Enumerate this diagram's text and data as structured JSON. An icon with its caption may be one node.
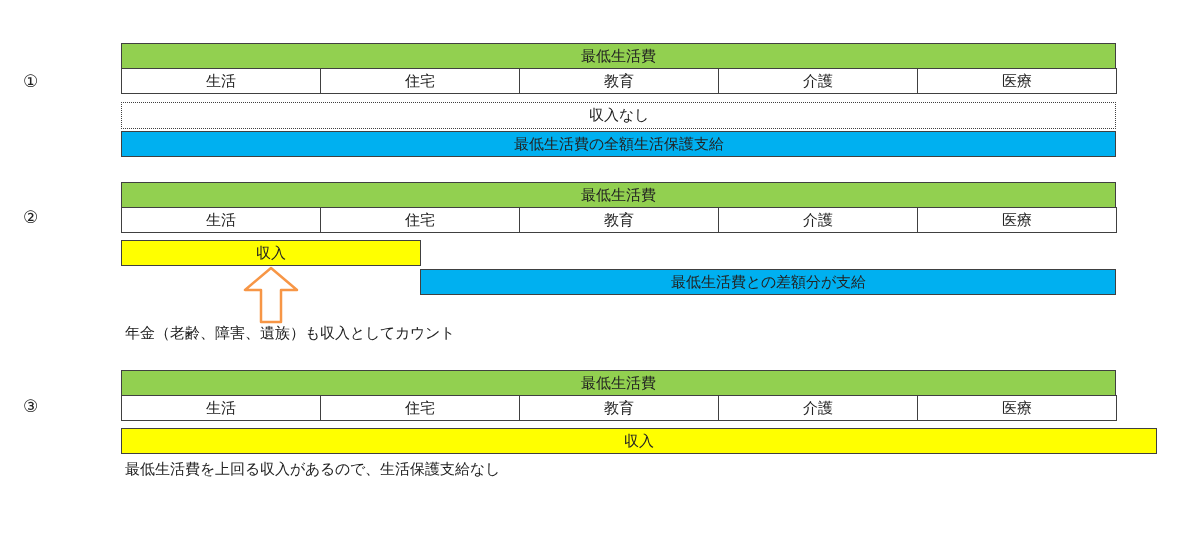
{
  "diagram": {
    "nodes": [
      {
        "text": [
          "最低生活費"
        ]
      },
      {
        "text": [
          "生活"
        ]
      },
      {
        "text": [
          "住宅"
        ]
      },
      {
        "text": [
          "教育"
        ]
      },
      {
        "text": [
          "介護"
        ]
      },
      {
        "text": [
          "医療"
        ]
      },
      {
        "text": [
          "収入なし"
        ]
      },
      {
        "text": [
          "最低生活費の全額生活保護支給"
        ]
      },
      {
        "text": [
          "最低生活費"
        ]
      },
      {
        "text": [
          "生活"
        ]
      },
      {
        "text": [
          "住宅"
        ]
      },
      {
        "text": [
          "教育"
        ]
      },
      {
        "text": [
          "介護"
        ]
      },
      {
        "text": [
          "医療"
        ]
      },
      {
        "text": [
          "収入"
        ]
      },
      {
        "text": [
          "最低生活費との差額分が支給"
        ]
      },
      {
        "text": [
          "年金（老齢、障害、遺族）も収入としてカウント"
        ]
      },
      {
        "text": [
          "最低生活費"
        ]
      },
      {
        "text": [
          "生活"
        ]
      },
      {
        "text": [
          "住宅"
        ]
      },
      {
        "text": [
          "教育"
        ]
      },
      {
        "text": [
          "介護"
        ]
      },
      {
        "text": [
          "医療"
        ]
      },
      {
        "text": [
          "収入"
        ]
      }
    ],
    "edges": [
      {
        "from": 16,
        "to": 14,
        "arrow": "to",
        "color": "#f79646"
      }
    ],
    "labels": [
      "①",
      "②",
      "③",
      "最低生活費を上回る収入があるので、生活保護支給なし"
    ]
  }
}
